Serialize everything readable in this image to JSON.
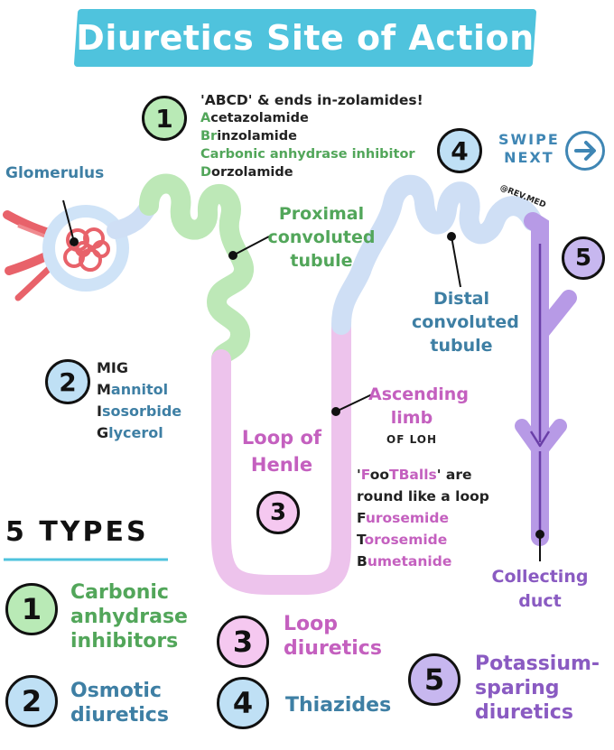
{
  "title": "Diuretics Site of Action",
  "swipe": {
    "line1": "SWIPE",
    "line2": "NEXT"
  },
  "watermark": "@REV.MED",
  "labels": {
    "glomerulus": "Glomerulus",
    "pct": [
      "Proximal",
      "convoluted",
      "tubule"
    ],
    "dct": [
      "Distal",
      "convoluted",
      "tubule"
    ],
    "ascending": [
      "Ascending",
      "limb"
    ],
    "of_loh": "OF LOH",
    "loop_henle": [
      "Loop of",
      "Henle"
    ],
    "collecting": [
      "Collecting",
      "duct"
    ]
  },
  "markers": {
    "m1": "1",
    "m2": "2",
    "m3": "3",
    "m4": "4",
    "m5": "5"
  },
  "note1": {
    "heading": "'ABCD' & ends in-zolamides!",
    "items": [
      {
        "first": "A",
        "rest": "cetazolamide"
      },
      {
        "first": "Br",
        "rest": "inzolamide"
      },
      {
        "first": "C",
        "rest": "arbonic anhydrase inhibitor"
      },
      {
        "first": "D",
        "rest": "orzolamide"
      }
    ]
  },
  "note2": {
    "heading": "MIG",
    "items": [
      {
        "first": "M",
        "rest": "annitol"
      },
      {
        "first": "I",
        "rest": "sosorbide"
      },
      {
        "first": "G",
        "rest": "lycerol"
      }
    ]
  },
  "note3": {
    "h_pre": "'",
    "h_f": "F",
    "h_oo": "oo",
    "h_tb": "TB",
    "h_alls": "alls",
    "h_post": "' are",
    "line2": "round like a loop",
    "items": [
      {
        "first": "F",
        "rest": "urosemide"
      },
      {
        "first": "T",
        "rest": "orosemide"
      },
      {
        "first": "B",
        "rest": "umetanide"
      }
    ]
  },
  "types_heading": "5 TYPES",
  "types": {
    "t1": {
      "num": "1",
      "lines": [
        "Carbonic",
        "anhydrase",
        "inhibitors"
      ]
    },
    "t2": {
      "num": "2",
      "lines": [
        "Osmotic",
        "diuretics"
      ]
    },
    "t3": {
      "num": "3",
      "lines": [
        "Loop",
        "diuretics"
      ]
    },
    "t4": {
      "num": "4",
      "lines": [
        "Thiazides"
      ]
    },
    "t5": {
      "num": "5",
      "lines": [
        "Potassium-",
        "sparing",
        "diuretics"
      ]
    }
  },
  "colors": {
    "banner": "#4fc3dd",
    "green_circle": "#b9eab6",
    "blue_circle": "#bfe0f5",
    "pink_circle": "#f5c8f0",
    "purple_circle": "#c7b7ef",
    "tubule_green": "#bde8b7",
    "tubule_blue": "#cfdff5",
    "tubule_pink": "#edc3ec",
    "duct_purple": "#b79ae6",
    "vessel_red": "#e8626a"
  }
}
